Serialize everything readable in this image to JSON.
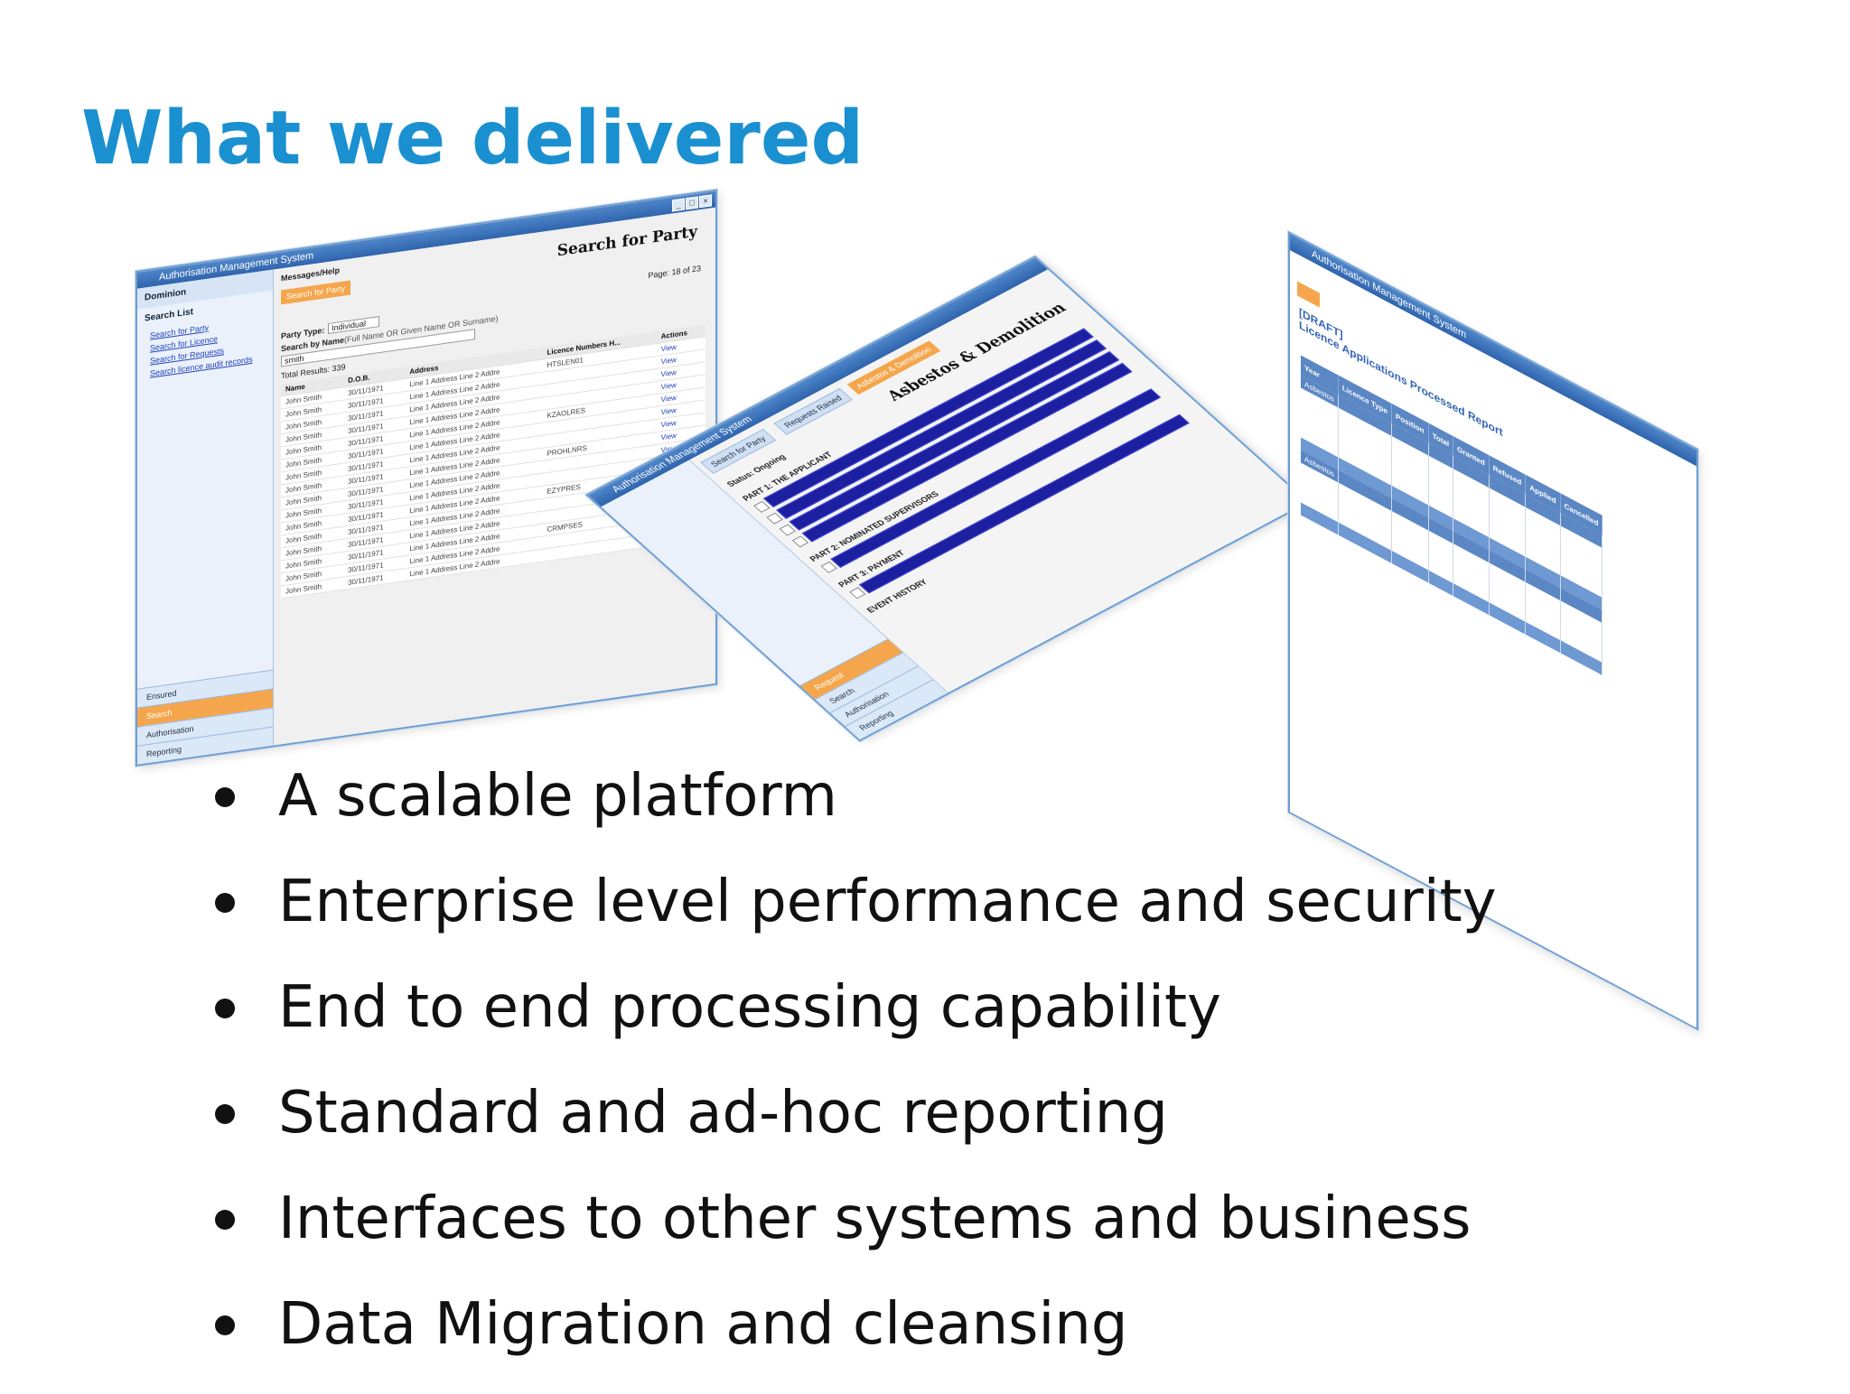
{
  "slide": {
    "title": "What we delivered",
    "bullets": [
      "A scalable platform",
      "Enterprise level performance and security",
      "End to end processing capability",
      "Standard and ad-hoc reporting",
      "Interfaces to other systems and business",
      "Data Migration and cleansing"
    ]
  },
  "screenshots": {
    "search_party": {
      "window_title": "Authorisation Management System",
      "heading": "Search for Party",
      "sidebar_header": "Dominion",
      "sidebar_section": "Search List",
      "sidebar_links": [
        "Search for Party",
        "Search for Licence",
        "Search for Requests",
        "Search licence audit records"
      ],
      "sidebar_nav": [
        "Ensured",
        "Search",
        "Authorisation",
        "Reporting"
      ],
      "tab_label": "Messages/Help",
      "action_tab": "Search for Party",
      "party_type_label": "Party Type:",
      "party_type_value": "Individual",
      "search_by_name_label": "Search by Name",
      "search_hint": "(Full Name OR Given Name OR Surname)",
      "search_value": "smith",
      "total_results": "Total Results: 339",
      "page_info": "Page: 18 of 23",
      "columns": [
        "Name",
        "D.O.B.",
        "Address",
        "Licence Numbers H...",
        "Actions"
      ],
      "rows": [
        [
          "John Smith",
          "30/11/1971",
          "Line 1 Address Line 2 Addre",
          "HTSLEN01",
          "View"
        ],
        [
          "John Smith",
          "30/11/1971",
          "Line 1 Address Line 2 Addre",
          "",
          "View"
        ],
        [
          "John Smith",
          "30/11/1971",
          "Line 1 Address Line 2 Addre",
          "",
          "View"
        ],
        [
          "John Smith",
          "30/11/1971",
          "Line 1 Address Line 2 Addre",
          "",
          "View"
        ],
        [
          "John Smith",
          "30/11/1971",
          "Line 1 Address Line 2 Addre",
          "KZAOLRES",
          "View"
        ],
        [
          "John Smith",
          "30/11/1971",
          "Line 1 Address Line 2 Addre",
          "",
          "View"
        ],
        [
          "John Smith",
          "30/11/1971",
          "Line 1 Address Line 2 Addre",
          "",
          "View"
        ],
        [
          "John Smith",
          "30/11/1971",
          "Line 1 Address Line 2 Addre",
          "PROHLNRS",
          "View"
        ],
        [
          "John Smith",
          "30/11/1971",
          "Line 1 Address Line 2 Addre",
          "",
          "View"
        ],
        [
          "John Smith",
          "30/11/1971",
          "Line 1 Address Line 2 Addre",
          "",
          "View"
        ],
        [
          "John Smith",
          "30/11/1971",
          "Line 1 Address Line 2 Addre",
          "EZYPRES",
          "View"
        ],
        [
          "John Smith",
          "30/11/1971",
          "Line 1 Address Line 2 Addre",
          "",
          "View"
        ],
        [
          "John Smith",
          "30/11/1971",
          "Line 1 Address Line 2 Addre",
          "",
          "View"
        ],
        [
          "John Smith",
          "30/11/1971",
          "Line 1 Address Line 2 Addre",
          "CRMPSES",
          "View"
        ],
        [
          "John Smith",
          "30/11/1971",
          "Line 1 Address Line 2 Addre",
          "",
          "View"
        ],
        [
          "John Smith",
          "30/11/1971",
          "Line 1 Address Line 2 Addre",
          "",
          "View"
        ]
      ]
    },
    "asbestos": {
      "window_title": "Authorisation Management System",
      "heading": "Asbestos & Demolition",
      "tabs": [
        "Search for Party",
        "Requests Raised",
        "Asbestos & Demolition"
      ],
      "status_label": "Status: Ongoing",
      "part_labels": [
        "PART 1: THE APPLICANT",
        "PART 2: NOMINATED SUPERVISORS",
        "PART 3: PAYMENT",
        "EVENT HISTORY"
      ],
      "sidebar_nav": [
        "Request",
        "Search",
        "Authorisation",
        "Reporting"
      ]
    },
    "report": {
      "window_title": "Authorisation Management System",
      "heading": "Licence Applications Processed Report",
      "subheading": "[DRAFT]",
      "columns": [
        "Year",
        "Licence Type",
        "Position",
        "Total",
        "Granted",
        "Refused",
        "Applied",
        "Cancelled"
      ],
      "bands": [
        "Asbestos",
        "Asbestos"
      ]
    }
  }
}
